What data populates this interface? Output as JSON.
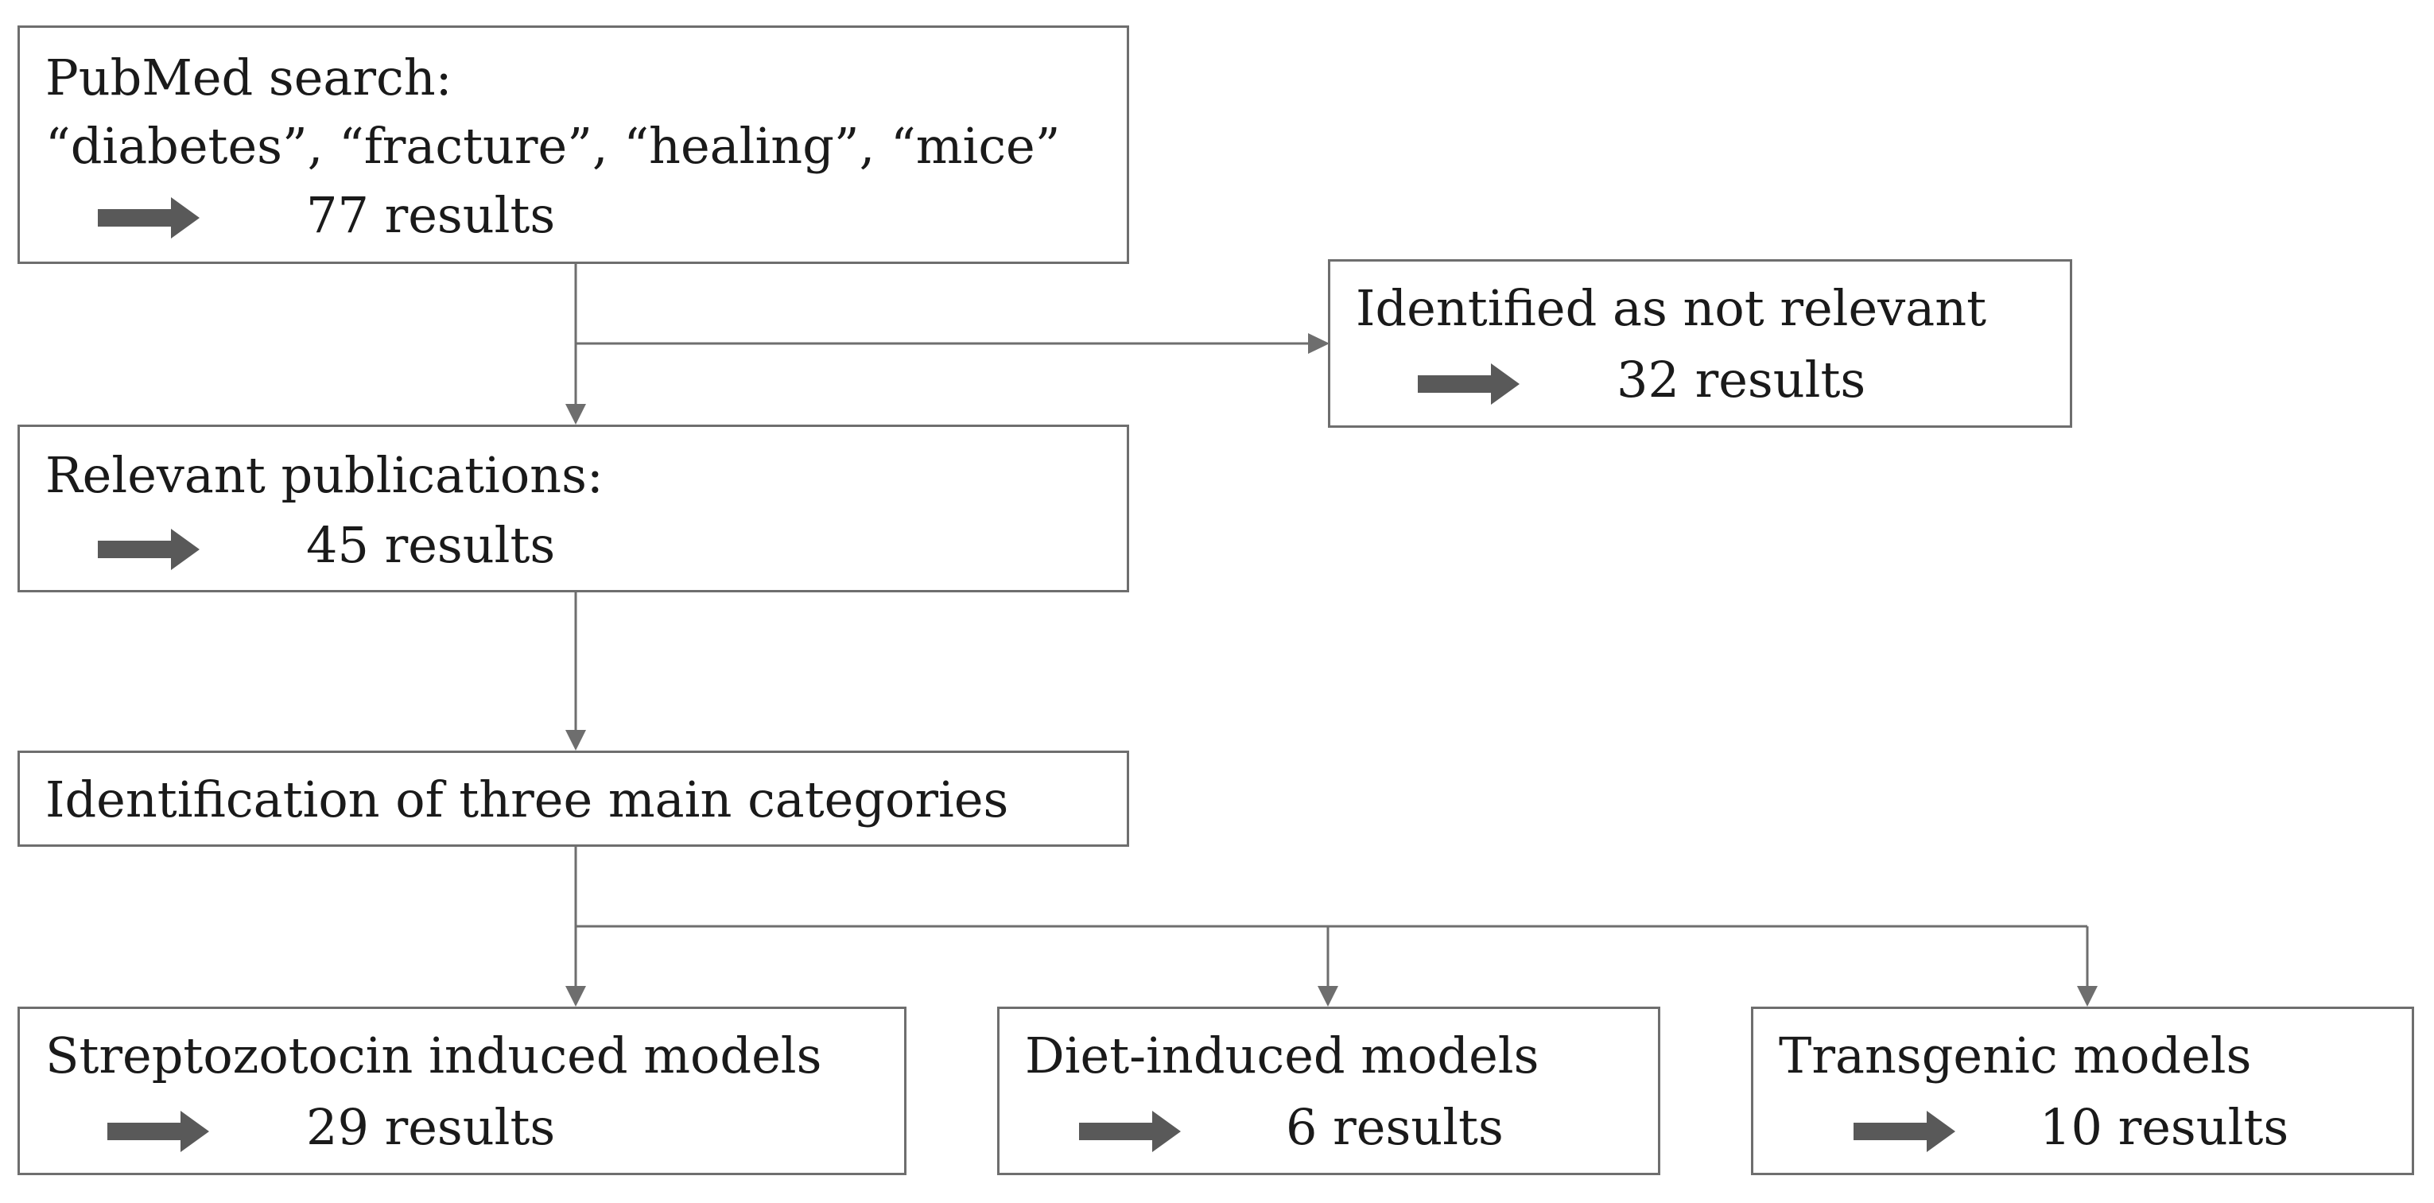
{
  "nodes": {
    "search": {
      "line1": "PubMed search:",
      "line2": "“diabetes”, “fracture”, “healing”, “mice”",
      "count": "77 results"
    },
    "not_relevant": {
      "label": "Identified as not relevant",
      "count": "32 results"
    },
    "relevant": {
      "label": "Relevant publications:",
      "count": "45 results"
    },
    "categories": {
      "label": "Identification of three main categories"
    },
    "stz": {
      "label": "Streptozotocin induced models",
      "count": "29 results"
    },
    "diet": {
      "label": "Diet-induced models",
      "count": "6 results"
    },
    "transgenic": {
      "label": "Transgenic models",
      "count": "10 results"
    }
  },
  "edges": [
    {
      "from": "search",
      "to": "relevant"
    },
    {
      "from": "search",
      "to": "not_relevant"
    },
    {
      "from": "relevant",
      "to": "categories"
    },
    {
      "from": "categories",
      "to": "stz"
    },
    {
      "from": "categories",
      "to": "diet"
    },
    {
      "from": "categories",
      "to": "transgenic"
    }
  ],
  "colors": {
    "box_border": "#6e6e6e",
    "connector": "#6e6e6e",
    "result_arrow": "#595959",
    "text": "#1a1a1a"
  }
}
